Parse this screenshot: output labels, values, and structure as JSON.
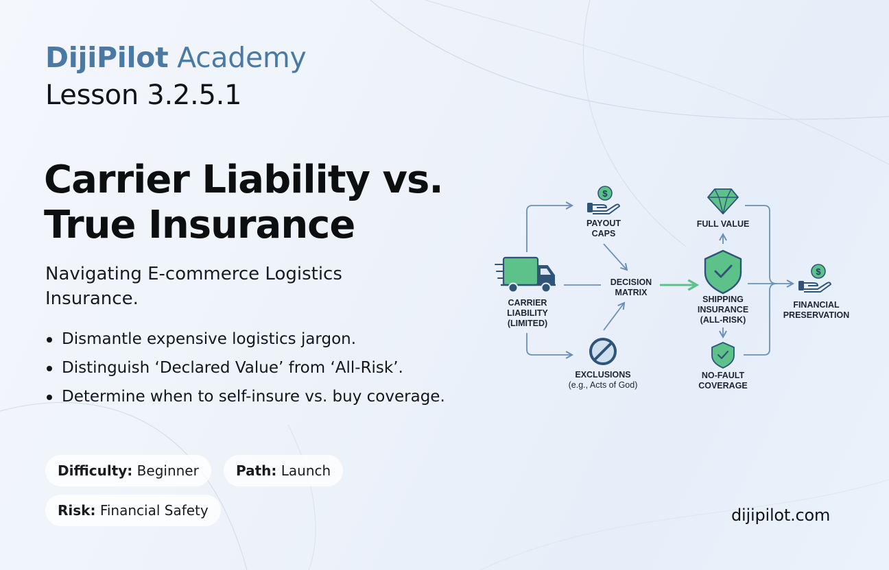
{
  "brand": {
    "strong": "DijiPilot",
    "light": "Academy"
  },
  "lesson": "Lesson 3.2.5.1",
  "title": {
    "line1": "Carrier Liability vs.",
    "line2": "True Insurance"
  },
  "subtitle": "Navigating E-commerce Logistics Insurance.",
  "bullets": [
    "Dismantle expensive logistics jargon.",
    "Distinguish ‘Declared Value’ from ‘All-Risk’.",
    "Determine when to self-insure vs. buy coverage."
  ],
  "tags": {
    "difficulty": {
      "key": "Difficulty:",
      "value": "Beginner"
    },
    "path": {
      "key": "Path:",
      "value": "Launch"
    },
    "risk": {
      "key": "Risk:",
      "value": "Financial Safety"
    }
  },
  "diagram": {
    "carrier": {
      "line1": "CARRIER",
      "line2": "LIABILITY",
      "line3": "(LIMITED)"
    },
    "payout": {
      "line1": "PAYOUT",
      "line2": "CAPS"
    },
    "exclusions": {
      "line1": "EXCLUSIONS",
      "line2": "(e.g., Acts of God)"
    },
    "decision": {
      "line1": "DECISION",
      "line2": "MATRIX"
    },
    "full_value": "FULL VALUE",
    "shipping": {
      "line1": "SHIPPING",
      "line2": "INSURANCE",
      "line3": "(ALL-RISK)"
    },
    "no_fault": {
      "line1": "NO-FAULT",
      "line2": "COVERAGE"
    },
    "financial": {
      "line1": "FINANCIAL",
      "line2": "PRESERVATION"
    },
    "dollar_sign": "$"
  },
  "website": "dijipilot.com",
  "colors": {
    "accent_blue": "#4a7aa3",
    "accent_green": "#5cc28a",
    "icon_navy": "#2f5478",
    "line_blue": "#6b90b4"
  }
}
